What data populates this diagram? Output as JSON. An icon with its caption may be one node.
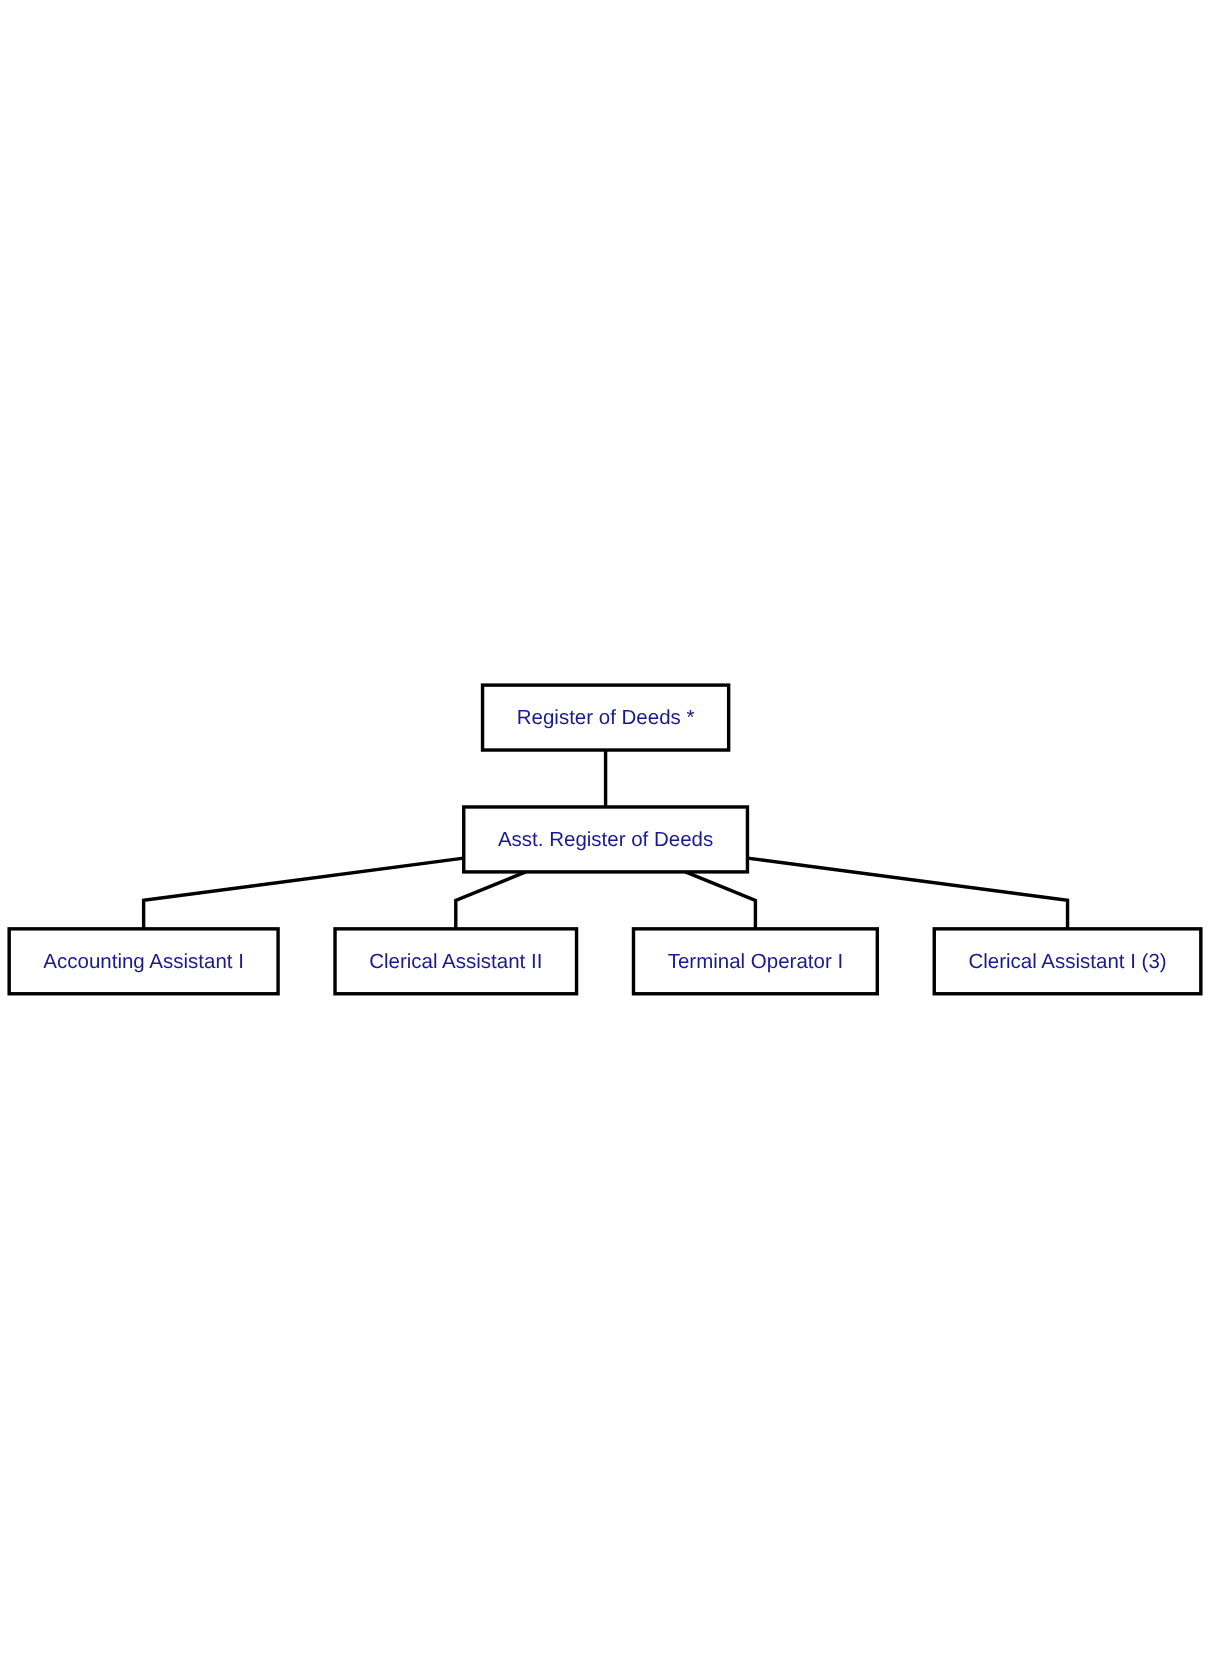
{
  "diagram": {
    "nodes": [
      {
        "text": [
          "Register of Deeds *"
        ]
      },
      {
        "text": [
          "Asst. Register of Deeds"
        ]
      },
      {
        "text": [
          "Accounting Assistant I"
        ]
      },
      {
        "text": [
          "Clerical Assistant II"
        ]
      },
      {
        "text": [
          "Terminal Operator I"
        ]
      },
      {
        "text": [
          "Clerical Assistant I (3)"
        ]
      }
    ],
    "edges": [
      {
        "from": 0,
        "to": 1,
        "arrow": "none"
      },
      {
        "from": 1,
        "to": 2,
        "arrow": "none"
      },
      {
        "from": 1,
        "to": 3,
        "arrow": "none"
      },
      {
        "from": 1,
        "to": 4,
        "arrow": "none"
      },
      {
        "from": 1,
        "to": 5,
        "arrow": "none"
      }
    ]
  }
}
